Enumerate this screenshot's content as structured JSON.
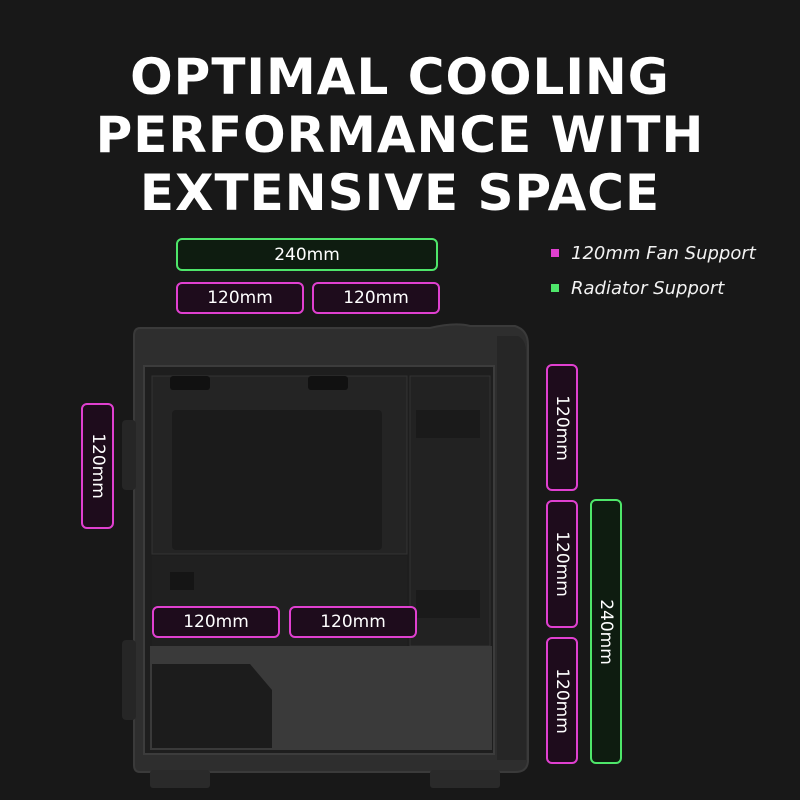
{
  "title": {
    "line1": "OPTIMAL COOLING",
    "line2": "PERFORMANCE WITH",
    "line3": "EXTENSIVE SPACE"
  },
  "legend": [
    {
      "label": "120mm Fan Support",
      "color": "#e040d0"
    },
    {
      "label": "Radiator Support",
      "color": "#4ee66a"
    }
  ],
  "colors": {
    "fan": "#e040d0",
    "radiator": "#4ee66a",
    "background": "#181818"
  },
  "badges": {
    "top_radiator": "240mm",
    "top_fan_left": "120mm",
    "top_fan_right": "120mm",
    "rear_fan": "120mm",
    "bottom_fan_left": "120mm",
    "bottom_fan_right": "120mm",
    "front_fan_top": "120mm",
    "front_fan_middle": "120mm",
    "front_fan_bottom": "120mm",
    "front_radiator": "240mm"
  }
}
